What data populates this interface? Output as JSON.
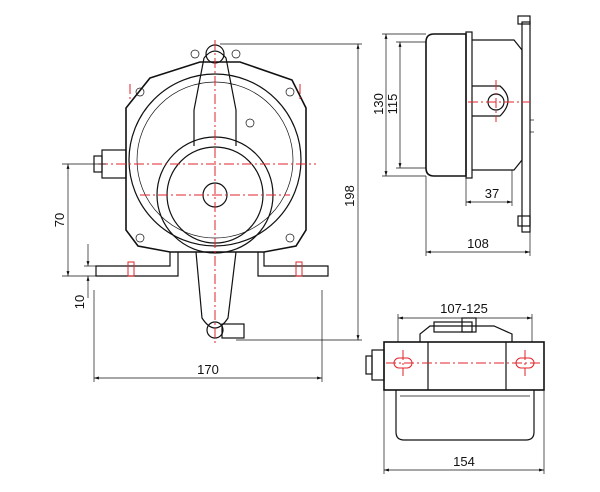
{
  "colors": {
    "line": "#111111",
    "centerline": "#e0262b",
    "background": "#ffffff"
  },
  "dimensions": {
    "front_width": "170",
    "front_height": "198",
    "front_mount_height": "70",
    "front_foot_height": "10",
    "side_height_outer": "130",
    "side_height_inner": "115",
    "side_shaft_offset": "37",
    "side_depth": "108",
    "top_slot_range": "107-125",
    "top_width": "154"
  }
}
